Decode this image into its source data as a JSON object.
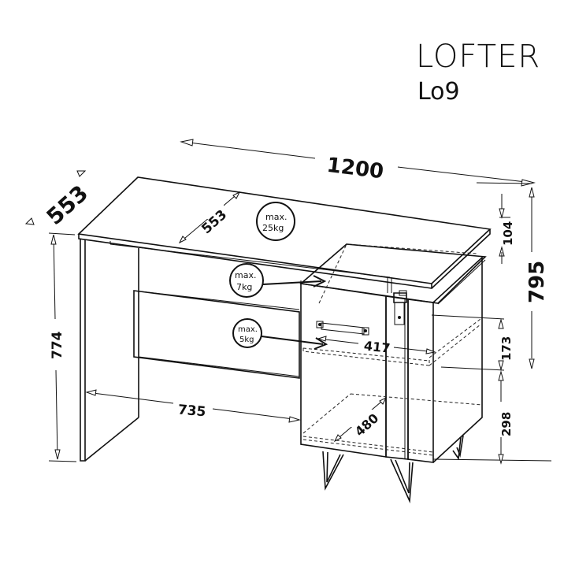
{
  "header": {
    "title": "LOFTER",
    "model": "Lo9"
  },
  "dimensions": {
    "width_total": "1200",
    "depth_left": "553",
    "depth_top": "553",
    "height_total": "795",
    "height_desk": "774",
    "top_offset": "104",
    "drawer_height": "173",
    "shelf_height": "298",
    "knee_width": "735",
    "drawer_width": "417",
    "shelf_depth": "480"
  },
  "load_badges": [
    {
      "label": "max.",
      "value": "25kg"
    },
    {
      "label": "max.",
      "value": "7kg"
    },
    {
      "label": "max.",
      "value": "5kg"
    }
  ],
  "colors": {
    "line": "#111111",
    "background": "#ffffff"
  }
}
